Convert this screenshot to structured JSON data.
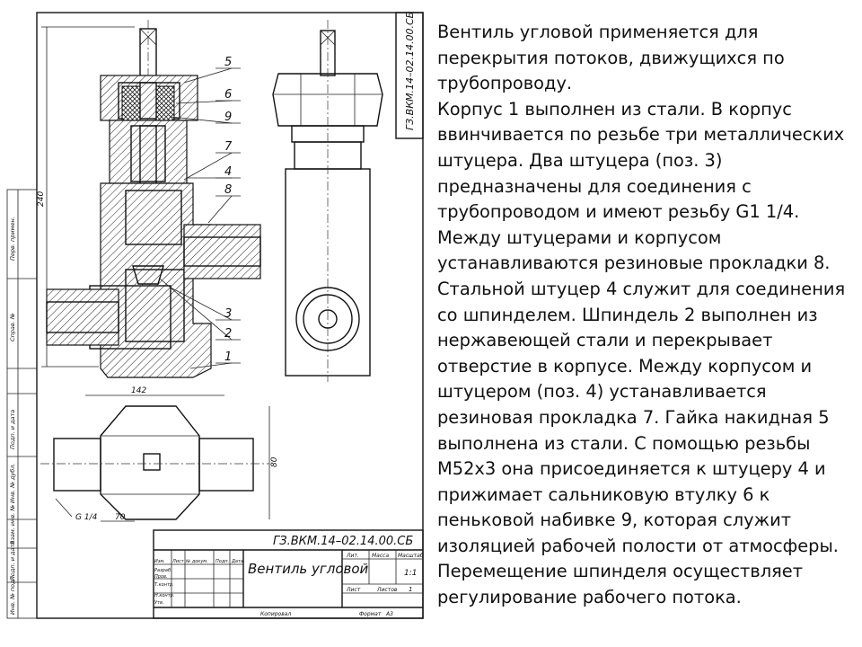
{
  "drawing": {
    "doc_code": "ГЗ.ВКМ.14–02.14.00.СБ",
    "title": "Вентиль угловой",
    "part_numbers": [
      "5",
      "6",
      "9",
      "7",
      "4",
      "8",
      "3",
      "2",
      "1"
    ],
    "dimensions": {
      "height": "240",
      "width": "142",
      "depth": "80",
      "stub": "70",
      "thread": "G 1/4"
    },
    "sheet": {
      "lit_header": "Лит.",
      "mass_header": "Масса",
      "scale_header": "Масштаб",
      "scale_value": "1:1",
      "sheet_label": "Лист",
      "sheets_label": "Листов",
      "sheets_value": "1"
    },
    "stamp_rows": [
      "Изм.",
      "Лист",
      "№ докум.",
      "Подп.",
      "Дата",
      "Разраб.",
      "Пров.",
      "Т.контр.",
      "Н.контр.",
      "Утв."
    ],
    "footer": {
      "copied": "Копировал",
      "format": "Формат",
      "format_value": "А3"
    },
    "side_labels": [
      "Перв. примен.",
      "Справ. №",
      "Подп. и дата",
      "Инв. № дубл.",
      "Взам. инв. №",
      "Подп. и дата",
      "Инв. № подл."
    ]
  },
  "description": [
    "Вентиль угловой применяется для перекрытия потоков, движущихся по трубопроводу.",
    "Корпус 1 выполнен из стали. В корпус ввинчивается по резьбе три металлических штуцера. Два штуцера (поз. 3) предназначены для соединения с трубопроводом и имеют резьбу G1 1/4. Между штуцерами и корпусом устанавливаются резиновые прокладки 8. Стальной штуцер 4 служит для соединения со шпинделем. Шпиндель 2 выполнен из нержавеющей стали и перекрывает отверстие в корпусе. Между корпусом и штуцером (поз. 4) устанавливается резиновая прокладка 7. Гайка накидная 5 выполнена из стали. С помощью резьбы М52х3 она присоединяется к штуцеру 4 и прижимает сальниковую втулку 6 к пеньковой набивке 9, которая служит изоляцией рабочей полости от атмосферы. Перемещение шпинделя осуществляет регулирование рабочего потока."
  ]
}
